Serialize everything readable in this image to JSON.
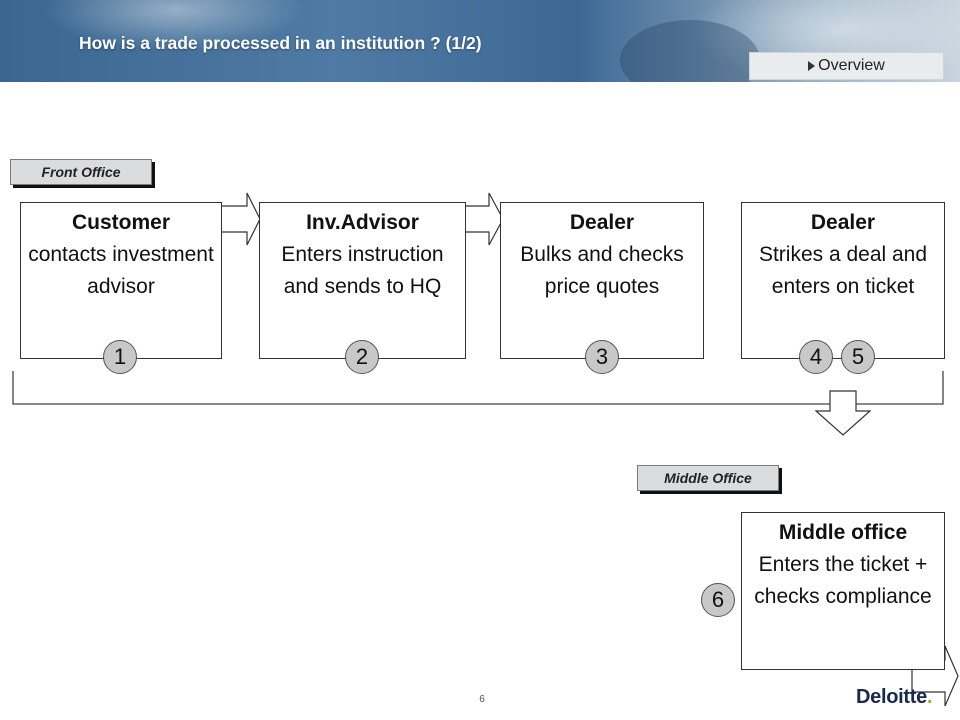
{
  "header": {
    "title": "How is a trade processed in an institution ? (1/2)",
    "overview_tab": "Overview"
  },
  "sections": {
    "front_office": "Front Office",
    "middle_office": "Middle Office"
  },
  "steps": [
    {
      "heading": "Customer",
      "body": "contacts investment advisor",
      "numbers": [
        "1"
      ]
    },
    {
      "heading": "Inv.Advisor",
      "body": "Enters instruction and sends to HQ",
      "numbers": [
        "2"
      ]
    },
    {
      "heading": "Dealer",
      "body": "Bulks and checks price quotes",
      "numbers": [
        "3"
      ]
    },
    {
      "heading": "Dealer",
      "body": "Strikes a deal and enters on ticket",
      "numbers": [
        "4",
        "5"
      ]
    },
    {
      "heading": "Middle office",
      "body": "Enters the ticket + checks compliance",
      "numbers": [
        "6"
      ]
    }
  ],
  "footer": {
    "page_number": "6",
    "logo_text": "Deloitte",
    "logo_dot": "."
  },
  "colors": {
    "header_blue": "#3f6a92",
    "logo_green": "#86bc25"
  }
}
